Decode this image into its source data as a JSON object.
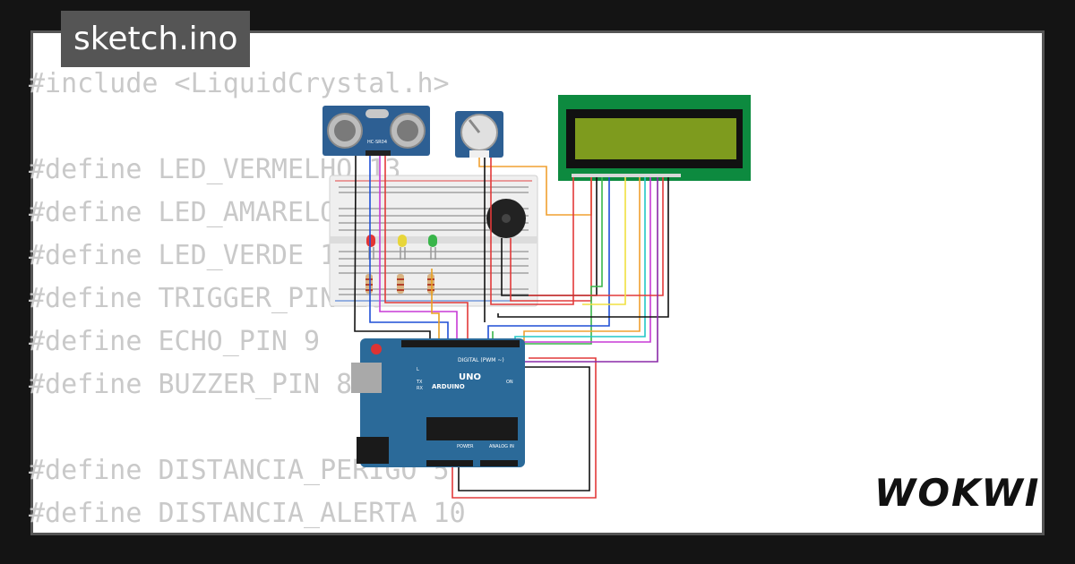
{
  "tab": {
    "filename": "sketch.ino"
  },
  "code_lines": [
    "#include <LiquidCrystal.h>",
    "",
    "#define LED_VERMELHO 13",
    "#define LED_AMARELO 12",
    "#define LED_VERDE 11",
    "#define TRIGGER_PIN 10",
    "#define ECHO_PIN 9",
    "#define BUZZER_PIN 8",
    "",
    "#define DISTANCIA_PERIGO 5",
    "#define DISTANCIA_ALERTA 10"
  ],
  "logo": {
    "text": "WOKWI"
  },
  "components": {
    "ultrasonic": {
      "label": "HC-SR04"
    },
    "arduino": {
      "brand": "ARDUINO",
      "model": "UNO",
      "digital_label": "DIGITAL (PWM ~)",
      "power_label": "POWER",
      "analog_label": "ANALOG IN",
      "on_label": "ON",
      "tx_label": "TX",
      "rx_label": "RX",
      "l_label": "L"
    }
  },
  "colors": {
    "background": "#141414",
    "card": "#ffffff",
    "tab": "#555555",
    "code_text": "#c9c9c9",
    "arduino_board": "#2b6a99",
    "lcd_pcb": "#0d8a3f",
    "lcd_screen": "#7e9b1e"
  }
}
